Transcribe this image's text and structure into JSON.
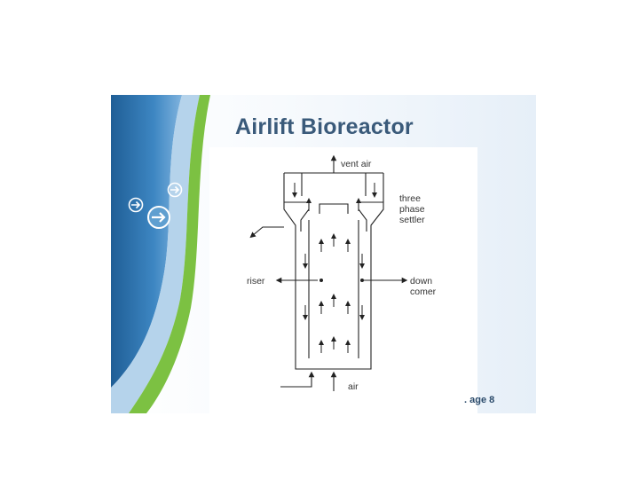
{
  "slide": {
    "title": "Airlift Bioreactor",
    "page_label": "age 8",
    "page_prefix": "."
  },
  "diagram": {
    "labels": {
      "vent_air": "vent air",
      "three_phase_settler": [
        "three",
        "phase",
        "settler"
      ],
      "riser": "riser",
      "down_comer": [
        "down",
        "comer"
      ],
      "air": "air"
    }
  },
  "colors": {
    "title": "#3a5a7a",
    "swoosh_blue": "#2f6fa8",
    "swoosh_green": "#7cc142",
    "line": "#222222"
  }
}
